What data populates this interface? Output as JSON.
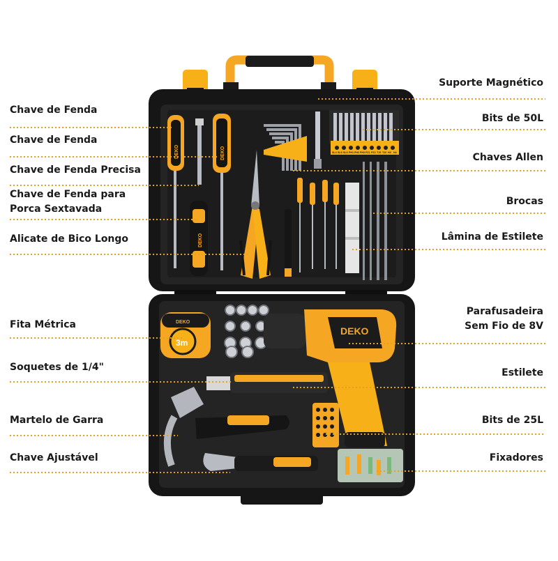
{
  "colors": {
    "case_black": "#161616",
    "case_dark": "#262626",
    "accent_orange": "#f5a623",
    "accent_yellow": "#f8b018",
    "leader_line": "#e5a21f",
    "steel": "#b8bcc2",
    "label_text": "#1a1a1a"
  },
  "brand": {
    "logo_text": "DEKO",
    "tape_marking": "3m"
  },
  "bit_set_codes": [
    "SL4",
    "SL5",
    "SL6",
    "PH1",
    "PH2",
    "PH3",
    "PZ1",
    "PZ2",
    "T15",
    "T20",
    "H3",
    "H4"
  ],
  "labels": {
    "left": [
      {
        "id": "chave-de-fenda-1",
        "text": "Chave de Fenda"
      },
      {
        "id": "chave-de-fenda-2",
        "text": "Chave de Fenda"
      },
      {
        "id": "chave-de-fenda-precisa",
        "text": "Chave de Fenda Precisa"
      },
      {
        "id": "chave-de-fenda-porca",
        "line1": "Chave de Fenda para",
        "line2": "Porca Sextavada"
      },
      {
        "id": "alicate",
        "text": "Alicate de Bico Longo"
      },
      {
        "id": "fita-metrica",
        "text": "Fita Métrica"
      },
      {
        "id": "soquetes",
        "text": "Soquetes de 1/4\""
      },
      {
        "id": "martelo",
        "text": "Martelo de Garra"
      },
      {
        "id": "chave-ajustavel",
        "text": "Chave Ajustável"
      }
    ],
    "right": [
      {
        "id": "suporte-magnetico",
        "text": "Suporte Magnético"
      },
      {
        "id": "bits-50l",
        "text": "Bits de 50L"
      },
      {
        "id": "chaves-allen",
        "text": "Chaves Allen"
      },
      {
        "id": "brocas",
        "text": "Brocas"
      },
      {
        "id": "lamina-estilete",
        "text": "Lâmina de Estilete"
      },
      {
        "id": "parafusadeira",
        "line1": "Parafusadeira",
        "line2": "Sem Fio de 8V"
      },
      {
        "id": "estilete",
        "text": "Estilete"
      },
      {
        "id": "bits-25l",
        "text": "Bits de 25L"
      },
      {
        "id": "fixadores",
        "text": "Fixadores"
      }
    ]
  }
}
